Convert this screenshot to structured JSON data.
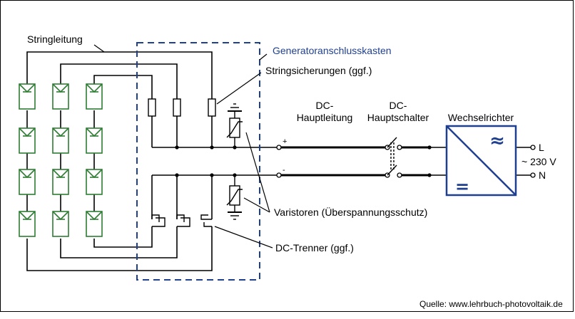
{
  "labels": {
    "stringleitung": "Stringleitung",
    "generatoranschlusskasten": "Generatoranschlusskasten",
    "stringsicherungen": "Stringsicherungen (ggf.)",
    "dc_hauptleitung_1": "DC-",
    "dc_hauptleitung_2": "Hauptleitung",
    "dc_hauptschalter_1": "DC-",
    "dc_hauptschalter_2": "Hauptschalter",
    "wechselrichter": "Wechselrichter",
    "l": "L",
    "voltage": "~ 230 V",
    "n": "N",
    "plus": "+",
    "minus": "-",
    "varistoren": "Varistoren (Überspannungsschutz)",
    "dc_trenner": "DC-Trenner (ggf.)",
    "source": "Quelle: www.lehrbuch-photovoltaik.de"
  },
  "inverter_symbols": {
    "ac": "≈",
    "dc": "="
  },
  "colors": {
    "module": "#2e7d32",
    "box": "#1f3f8f",
    "inverter": "#1f3f8f",
    "wire": "#000000"
  }
}
